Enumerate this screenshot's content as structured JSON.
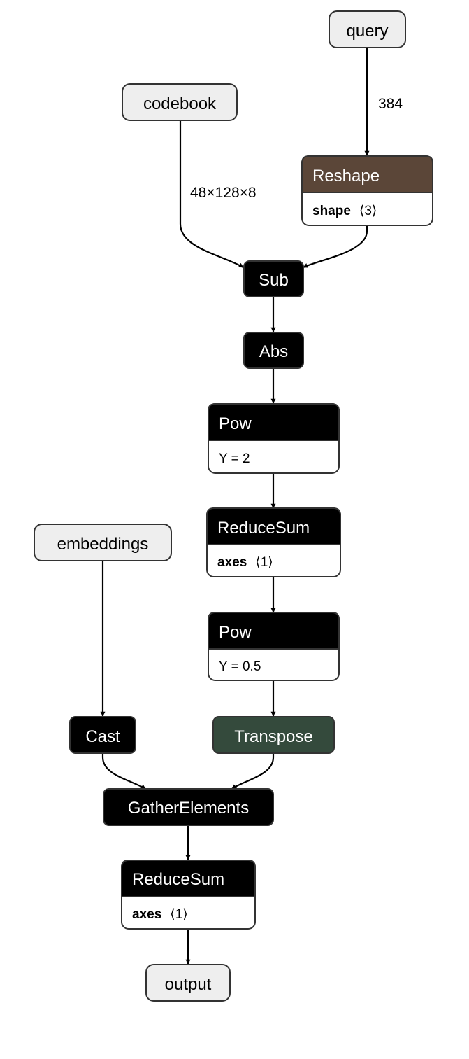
{
  "colors": {
    "op_default": "#000000",
    "op_reshape": "#5b4638",
    "op_transpose": "#344a3c",
    "io_fill": "#eeeeee"
  },
  "inputs": {
    "query": "query",
    "codebook": "codebook",
    "embeddings": "embeddings"
  },
  "output": "output",
  "nodes": {
    "reshape": {
      "op": "Reshape",
      "attr_name": "shape",
      "attr_value": "⟨3⟩"
    },
    "sub": {
      "op": "Sub"
    },
    "abs": {
      "op": "Abs"
    },
    "pow1": {
      "op": "Pow",
      "attr": "Y = 2"
    },
    "reducesum1": {
      "op": "ReduceSum",
      "attr_name": "axes",
      "attr_value": "⟨1⟩"
    },
    "pow2": {
      "op": "Pow",
      "attr": "Y = 0.5"
    },
    "transpose": {
      "op": "Transpose"
    },
    "cast": {
      "op": "Cast"
    },
    "gather": {
      "op": "GatherElements"
    },
    "reducesum2": {
      "op": "ReduceSum",
      "attr_name": "axes",
      "attr_value": "⟨1⟩"
    }
  },
  "edge_labels": {
    "query_to_reshape": "384",
    "codebook_to_sub": "48×128×8"
  }
}
